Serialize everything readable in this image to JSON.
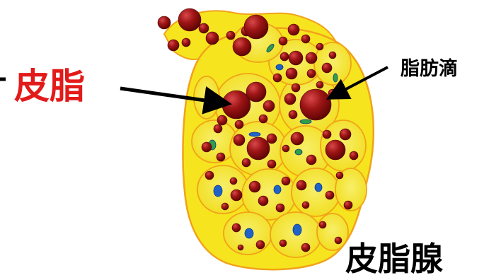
{
  "labels": {
    "sebum": "皮脂",
    "lipid_droplet": "脂肪滴",
    "sebaceous_gland": "皮脂腺"
  },
  "colors": {
    "sebum_label": "#e31a1a",
    "text": "#000000",
    "gland_fill": "#f6e51e",
    "cell_outline": "#f1a21a",
    "droplet": "#8b0a0a",
    "nucleus": "#1f63c9",
    "nucleus_green": "#2e9e48"
  }
}
